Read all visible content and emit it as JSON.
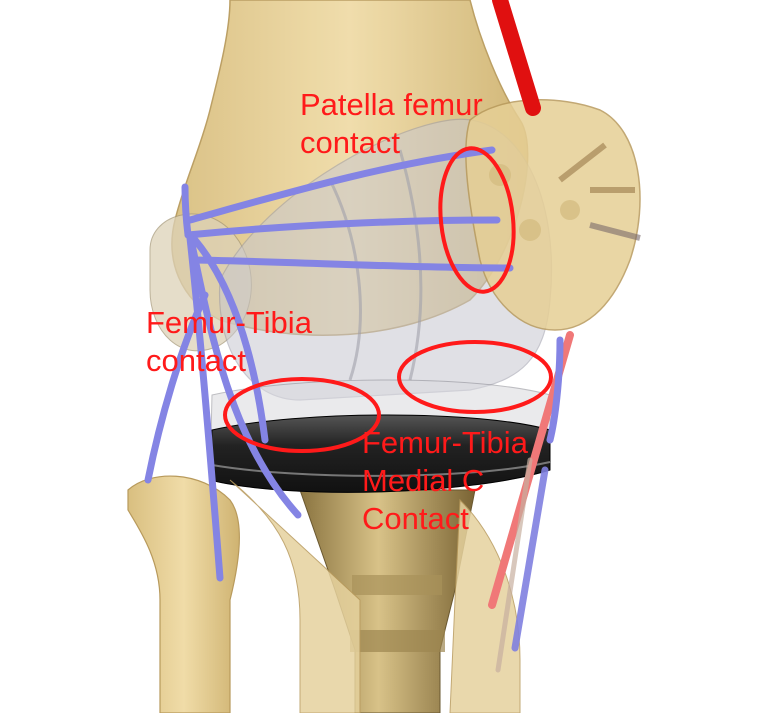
{
  "labels": {
    "patella_femur_contact": [
      "Patella femur",
      "contact"
    ],
    "femur_tibia_contact": [
      "Femur-Tibia",
      "contact"
    ],
    "femur_tibia_medial_contact": [
      "Femur-Tibia",
      "Medial C",
      "Contact"
    ]
  },
  "colors": {
    "background": "#ffffff",
    "bone": "#e8d29a",
    "bone_shadow": "#c9ad6a",
    "ligament": "#8080e0",
    "annotation": "#ff1a1a",
    "implant_dark": "#2a2a2a",
    "stem": "#b8a068",
    "pink_tendon": "#f08080"
  }
}
